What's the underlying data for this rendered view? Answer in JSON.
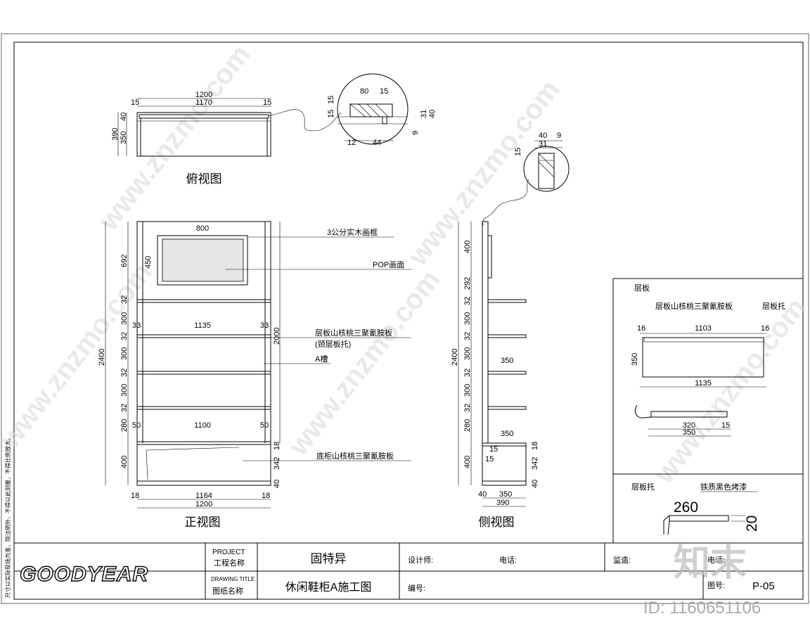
{
  "views": {
    "top": "俯视图",
    "front": "正视图",
    "side": "侧视图"
  },
  "top_dims": {
    "overall_w": "1200",
    "inner_w": "1170",
    "left_15": "15",
    "right_15": "15",
    "h_40": "40",
    "h_350": "350",
    "h_390": "390"
  },
  "detail_a": {
    "d80": "80",
    "d15a": "15",
    "d15b": "15",
    "d15c": "15",
    "d9": "9",
    "d31": "31",
    "d40": "40",
    "d12": "12",
    "d44": "44"
  },
  "detail_b": {
    "d40": "40",
    "d9": "9",
    "d31": "31",
    "d15": "15"
  },
  "front_dims": {
    "left": [
      "692",
      "32",
      "300",
      "32",
      "300",
      "32",
      "300",
      "32",
      "280",
      "400"
    ],
    "total": "2400",
    "right_2000": "2000",
    "r18": "18",
    "r342": "342",
    "r40": "40",
    "poster_w": "800",
    "poster_h": "450",
    "s33a": "33",
    "s33b": "33",
    "shelf_w": "1135",
    "s50a": "50",
    "s50b": "50",
    "shelf2_w": "1100",
    "b18a": "18",
    "b18b": "18",
    "bottom_inner": "1164",
    "bottom_total": "1200"
  },
  "callouts": {
    "c1": "3公分实木画框",
    "c2": "POP画面",
    "c3": "层板山核桃三聚氰胺板",
    "c3b": "(颈层板托)",
    "c4": "A槽",
    "c5": "底柜山核桃三聚氰胺板"
  },
  "side_dims": {
    "left": [
      "400",
      "292",
      "32",
      "300",
      "32",
      "300",
      "32",
      "300",
      "32",
      "280",
      "400"
    ],
    "total": "2400",
    "shelf_350a": "350",
    "shelf_350b": "350",
    "r18": "18",
    "r342": "342",
    "r40": "40",
    "b40": "40",
    "b350": "350",
    "b390": "390",
    "i15a": "15",
    "i15b": "15"
  },
  "panel_shelf": {
    "title": "层板",
    "label_board": "层板山核桃三聚氰胺板",
    "label_bracket": "层板托",
    "d16a": "16",
    "d16b": "16",
    "d1103": "1103",
    "d350": "350",
    "d1135": "1135",
    "d15": "15",
    "d320": "320",
    "d350b": "350"
  },
  "panel_bracket": {
    "title": "层板托",
    "note": "铁质黑色烤漆",
    "d260": "260",
    "d20": "20"
  },
  "title_block": {
    "brand": "GOODYEAR",
    "project_en": "PROJECT",
    "project_cn": "工程名称",
    "drawing_en": "DRAWING TITLE",
    "drawing_cn": "图纸名称",
    "project_name": "固特异",
    "drawing_name": "休闲鞋柜A施工图",
    "designer": "设计师:",
    "phone1": "电话:",
    "supervisor": "监造:",
    "phone2": "电话:",
    "number": "编号:",
    "sheet_label": "图号:",
    "sheet_no": "P-05"
  },
  "side_note": "尺寸以实际现场为准，除注明外，不得以此测量，不得比例放大。",
  "watermark": {
    "text": "www.znzmo.com",
    "logo": "知末",
    "id": "ID: 1160651106"
  }
}
